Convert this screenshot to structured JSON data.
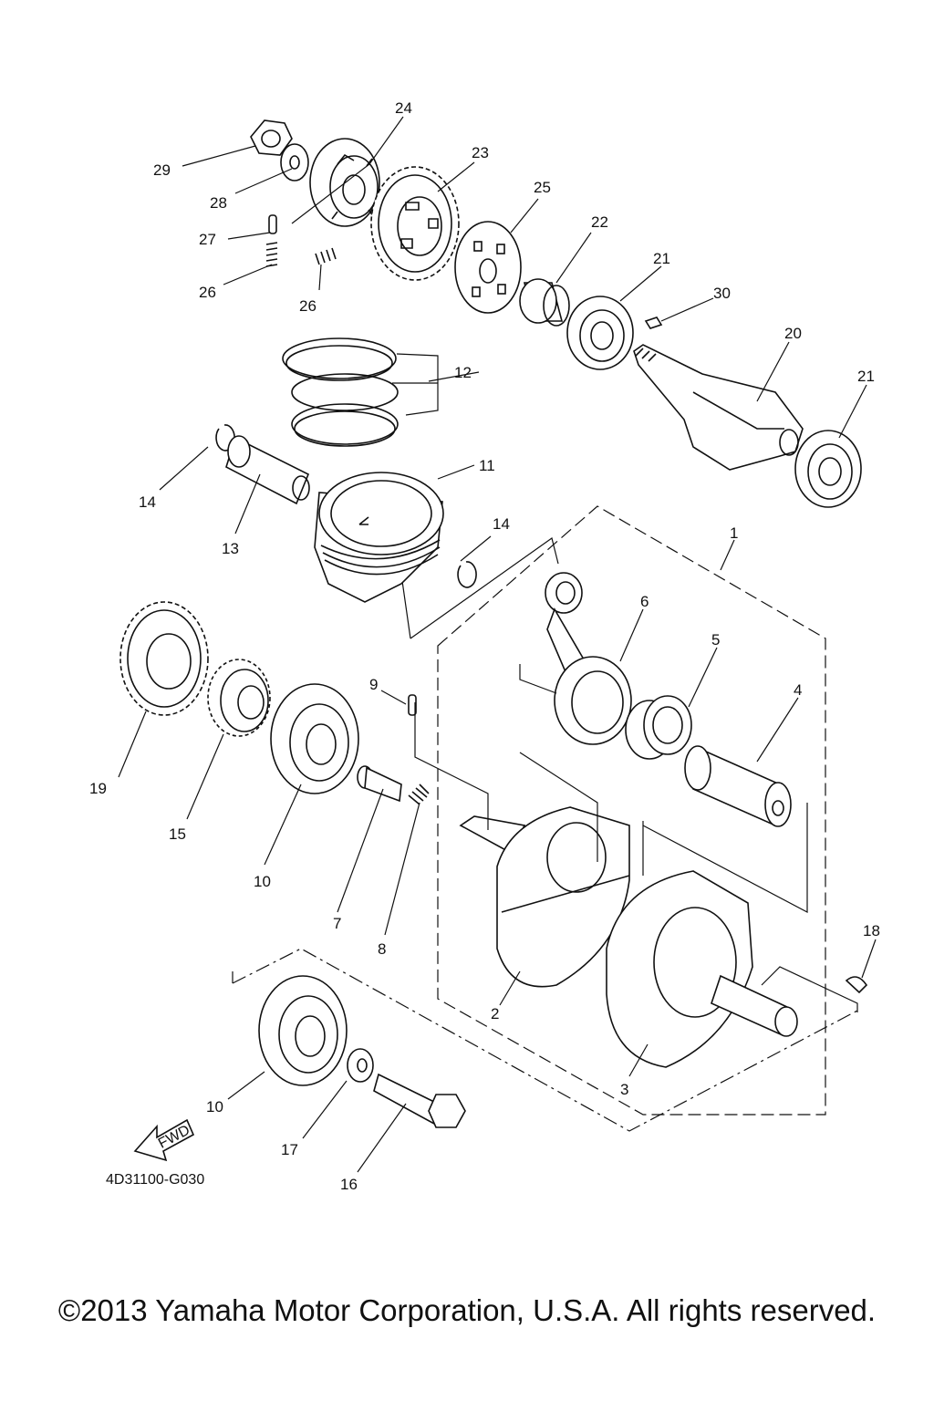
{
  "labels": {
    "p1": "1",
    "p2": "2",
    "p3": "3",
    "p4": "4",
    "p5": "5",
    "p6": "6",
    "p7": "7",
    "p8": "8",
    "p9": "9",
    "p10a": "10",
    "p10b": "10",
    "p11": "11",
    "p12": "12",
    "p13": "13",
    "p14a": "14",
    "p14b": "14",
    "p15": "15",
    "p16": "16",
    "p17": "17",
    "p18": "18",
    "p19": "19",
    "p20": "20",
    "p21a": "21",
    "p21b": "21",
    "p22": "22",
    "p23": "23",
    "p24": "24",
    "p25": "25",
    "p26a": "26",
    "p26b": "26",
    "p27": "27",
    "p28": "28",
    "p29": "29",
    "p30": "30"
  },
  "fwd_label": "FWD",
  "diagram_code": "4D31100-G030",
  "copyright": "©2013 Yamaha Motor Corporation, U.S.A. All rights reserved."
}
